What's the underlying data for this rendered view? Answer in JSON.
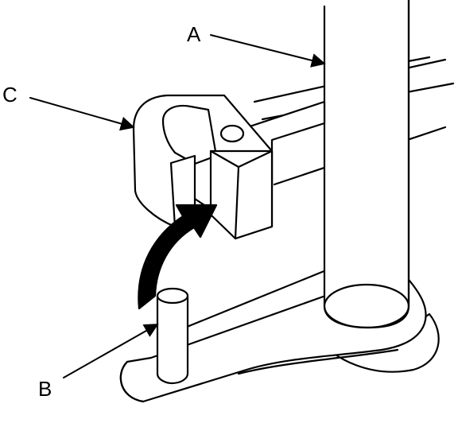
{
  "diagram": {
    "callouts": [
      {
        "id": "A",
        "text": "A"
      },
      {
        "id": "B",
        "text": "B"
      },
      {
        "id": "C",
        "text": "C"
      }
    ],
    "parts": {
      "a": "vertical-post",
      "b": "locating-pin",
      "c": "slotted-bracket"
    },
    "action": "curved-arrow-insert-pin-into-slot",
    "colors": {
      "line": "#000000",
      "fill": "#ffffff"
    }
  }
}
